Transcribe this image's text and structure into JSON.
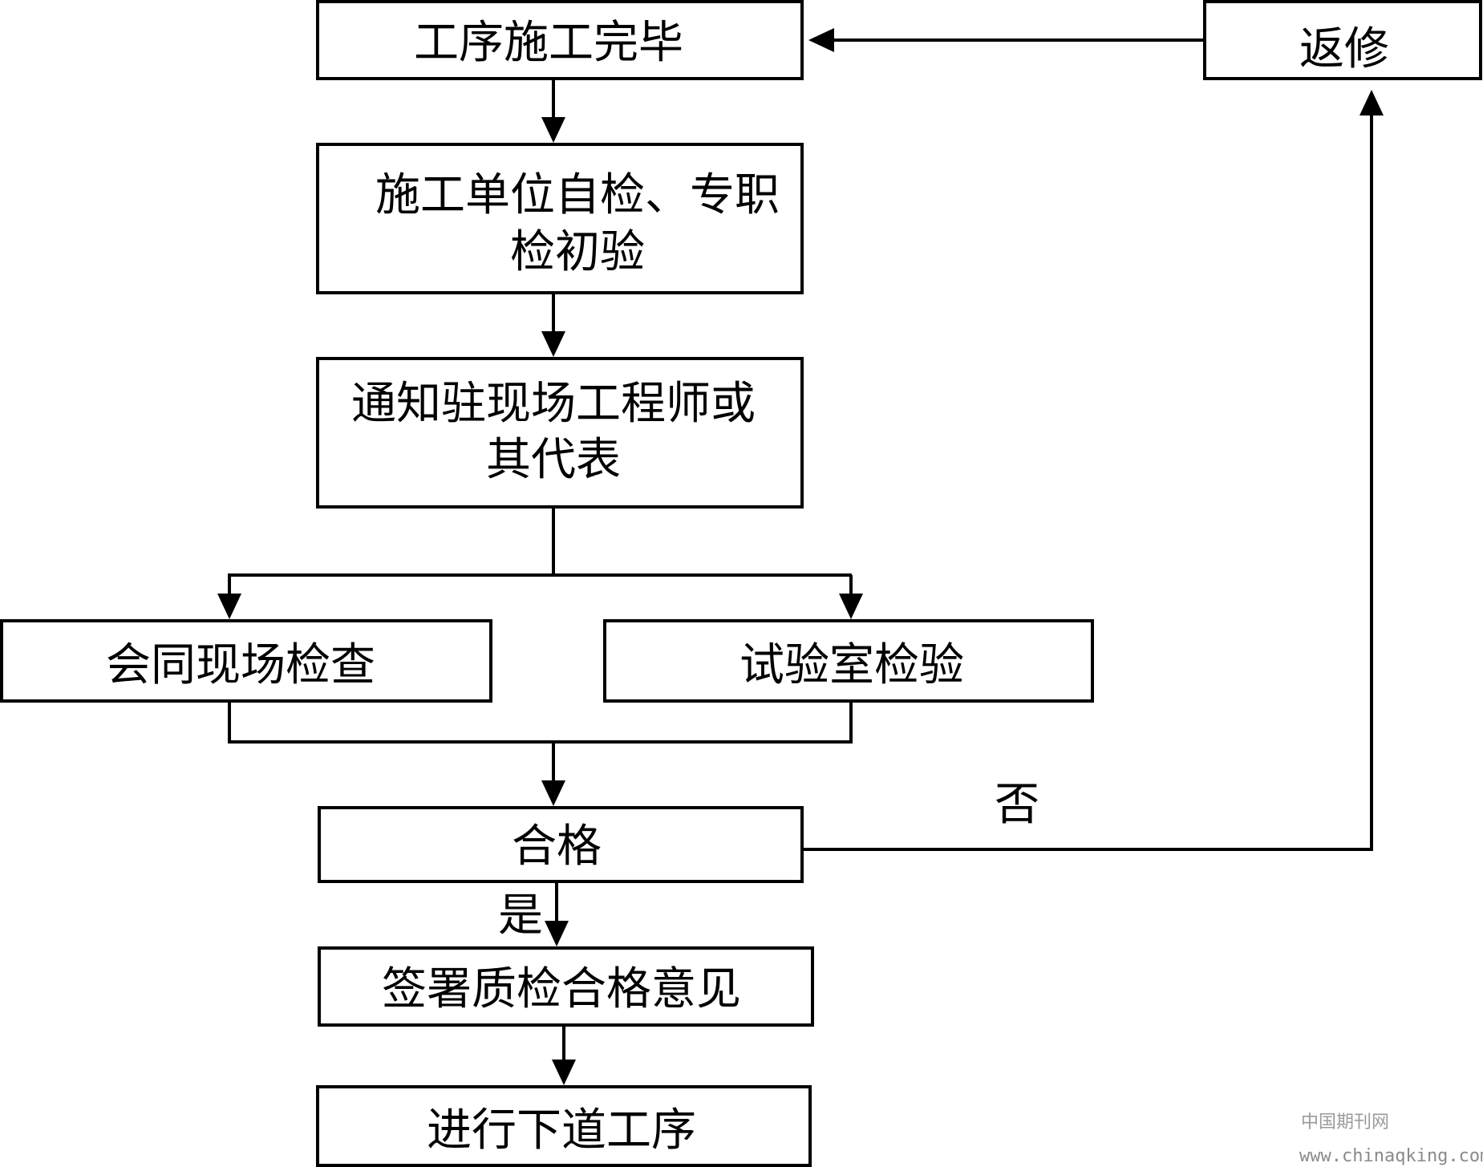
{
  "diagram": {
    "nodes": {
      "step_done": "工序施工完毕",
      "self_check_line1": "施工单位自检、专职",
      "self_check_line2": "检初验",
      "notify_line1": "通知驻现场工程师或",
      "notify_line2": "其代表",
      "joint_inspection": "会同现场检查",
      "lab_test": "试验室检验",
      "qualified": "合格",
      "sign_opinion": "签署质检合格意见",
      "next_step": "进行下道工序",
      "rework": "返修"
    },
    "edge_labels": {
      "yes": "是",
      "no": "否"
    }
  },
  "watermark": {
    "site_name": "中国期刊网",
    "url": "www.chinaqking.com"
  }
}
